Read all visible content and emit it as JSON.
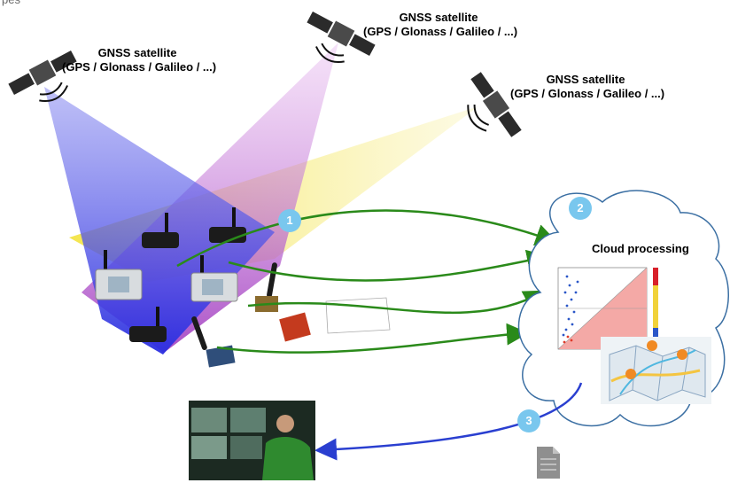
{
  "header": {
    "partial_text": "pes"
  },
  "satellites": [
    {
      "name": "GNSS satellite",
      "systems": "(GPS / Glonass / Galileo / ...)"
    },
    {
      "name": "GNSS satellite",
      "systems": "(GPS / Glonass / Galileo / ...)"
    },
    {
      "name": "GNSS satellite",
      "systems": "(GPS / Glonass / Galileo / ...)"
    }
  ],
  "steps": [
    "1",
    "2",
    "3"
  ],
  "cloud": {
    "title": "Cloud processing"
  },
  "colors": {
    "beam_blue": "#3b3ef0",
    "beam_purple": "#b042c8",
    "beam_yellow": "#f5e64a",
    "arrow_green": "#2a8a1a",
    "arrow_blue": "#2a3fd0",
    "step_badge": "#79c7ee",
    "cloud_stroke": "#3b6fa3"
  },
  "icons": [
    "satellite-icon",
    "gnss-receiver-icon",
    "antenna-icon",
    "cloud-icon",
    "map-icon",
    "document-icon",
    "operator-photo-icon"
  ]
}
